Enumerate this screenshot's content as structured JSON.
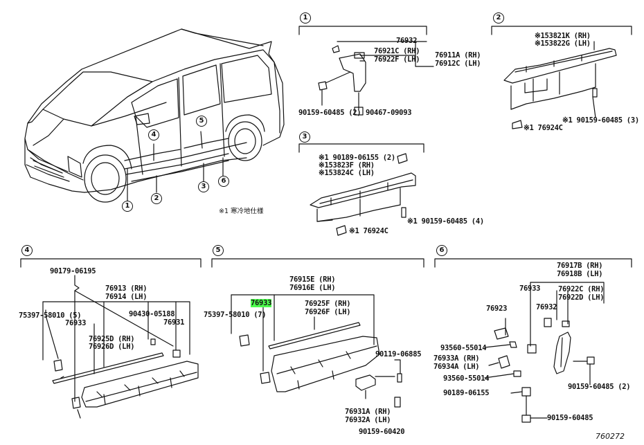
{
  "vehicle": {
    "callouts": [
      "1",
      "2",
      "3",
      "4",
      "5",
      "6"
    ],
    "footnote": "※1 寒冷地仕様"
  },
  "section1": {
    "badge": "1",
    "p_76932": "76932",
    "p_76921C": "76921C (RH)",
    "p_76922F": "76922F (LH)",
    "p_76911A": "76911A (RH)",
    "p_76912C": "76912C (LH)",
    "p_90159": "90159-60485 (2)",
    "p_90467": "90467-09093"
  },
  "section2": {
    "badge": "2",
    "p_153821K": "※153821K (RH)",
    "p_153822G": "※153822G (LH)",
    "p_90159": "※1 90159-60485 (3)",
    "p_76924C": "※1 76924C"
  },
  "section3": {
    "badge": "3",
    "p_90189": "※1 90189-06155 (2)",
    "p_153823F": "※153823F (RH)",
    "p_153824C": "※153824C (LH)",
    "p_90159": "※1 90159-60485 (4)",
    "p_76924C": "※1 76924C"
  },
  "section4": {
    "badge": "4",
    "p_90179": "90179-06195",
    "p_76913": "76913 (RH)",
    "p_76914": "76914 (LH)",
    "p_75397": "75397-58010 (5)",
    "p_90430": "90430-05188",
    "p_76933": "76933",
    "p_76931": "76931",
    "p_76925D": "76925D (RH)",
    "p_76926D": "76926D (LH)"
  },
  "section5": {
    "badge": "5",
    "p_76915E": "76915E (RH)",
    "p_76916E": "76916E (LH)",
    "p_76933": "76933",
    "p_75397": "75397-58010 (7)",
    "p_76925F": "76925F (RH)",
    "p_76926F": "76926F (LH)",
    "p_90119": "90119-06885",
    "p_76931A": "76931A (RH)",
    "p_76932A": "76932A (LH)",
    "p_90159": "90159-60420"
  },
  "section6": {
    "badge": "6",
    "p_76917B": "76917B (RH)",
    "p_76918B": "76918B (LH)",
    "p_76933": "76933",
    "p_76922C": "76922C (RH)",
    "p_76922D": "76922D (LH)",
    "p_76923": "76923",
    "p_76932": "76932",
    "p_93560a": "93560-55014",
    "p_76933A": "76933A (RH)",
    "p_76934A": "76934A (LH)",
    "p_93560b": "93560-55014",
    "p_90189": "90189-06155",
    "p_90159a": "90159-60485 (2)",
    "p_90159b": "90159-60485"
  },
  "figure_number": "760272",
  "colors": {
    "highlight": "#4dff4d",
    "ink": "#111111"
  }
}
